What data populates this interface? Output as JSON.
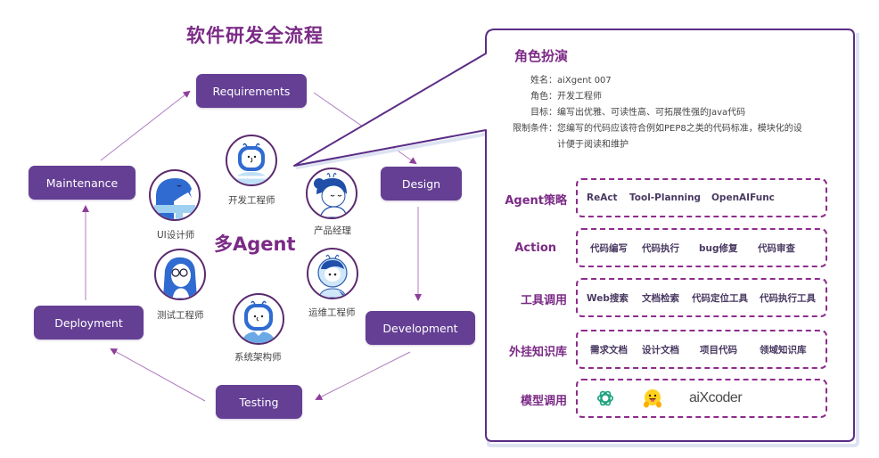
{
  "title": "软件研发全流程",
  "stages": {
    "requirements": "Requirements",
    "design": "Design",
    "development": "Development",
    "testing": "Testing",
    "deployment": "Deployment",
    "maintenance": "Maintenance"
  },
  "center_label": "多Agent",
  "roles": {
    "developer": "开发工程师",
    "product_manager": "产品经理",
    "ui_designer": "UI设计师",
    "tester": "测试工程师",
    "ops_engineer": "运维工程师",
    "architect": "系统架构师"
  },
  "panel": {
    "title": "角色扮演",
    "info": [
      {
        "key": "姓名：",
        "value": "aiXgent 007"
      },
      {
        "key": "角色：",
        "value": "开发工程师"
      },
      {
        "key": "目标：",
        "value": "编写出优雅、可读性高、可拓展性强的Java代码"
      },
      {
        "key": "限制条件：",
        "value": "您编写的代码应该符合例如PEP8之类的代码标准，模块化的设",
        "value2": "计便于阅读和维护"
      }
    ],
    "sections": [
      {
        "label": "Agent策略",
        "items": [
          "ReAct",
          "Tool-Planning",
          "OpenAIFunc"
        ]
      },
      {
        "label": "Action",
        "items": [
          "代码编写",
          "代码执行",
          "bug修复",
          "代码审查"
        ]
      },
      {
        "label": "工具调用",
        "items": [
          "Web搜索",
          "文档检索",
          "代码定位工具",
          "代码执行工具"
        ]
      },
      {
        "label": "外挂知识库",
        "items": [
          "需求文档",
          "设计文档",
          "项目代码",
          "领域知识库"
        ]
      },
      {
        "label": "模型调用",
        "models": [
          "openai-logo-icon",
          "huggingface-logo-icon",
          "aiXcoder"
        ]
      }
    ]
  },
  "colors": {
    "stage_fill": "#643f94",
    "accent": "#7b2a86",
    "dash": "#8e2c8c",
    "arrow": "#9a55a8"
  }
}
